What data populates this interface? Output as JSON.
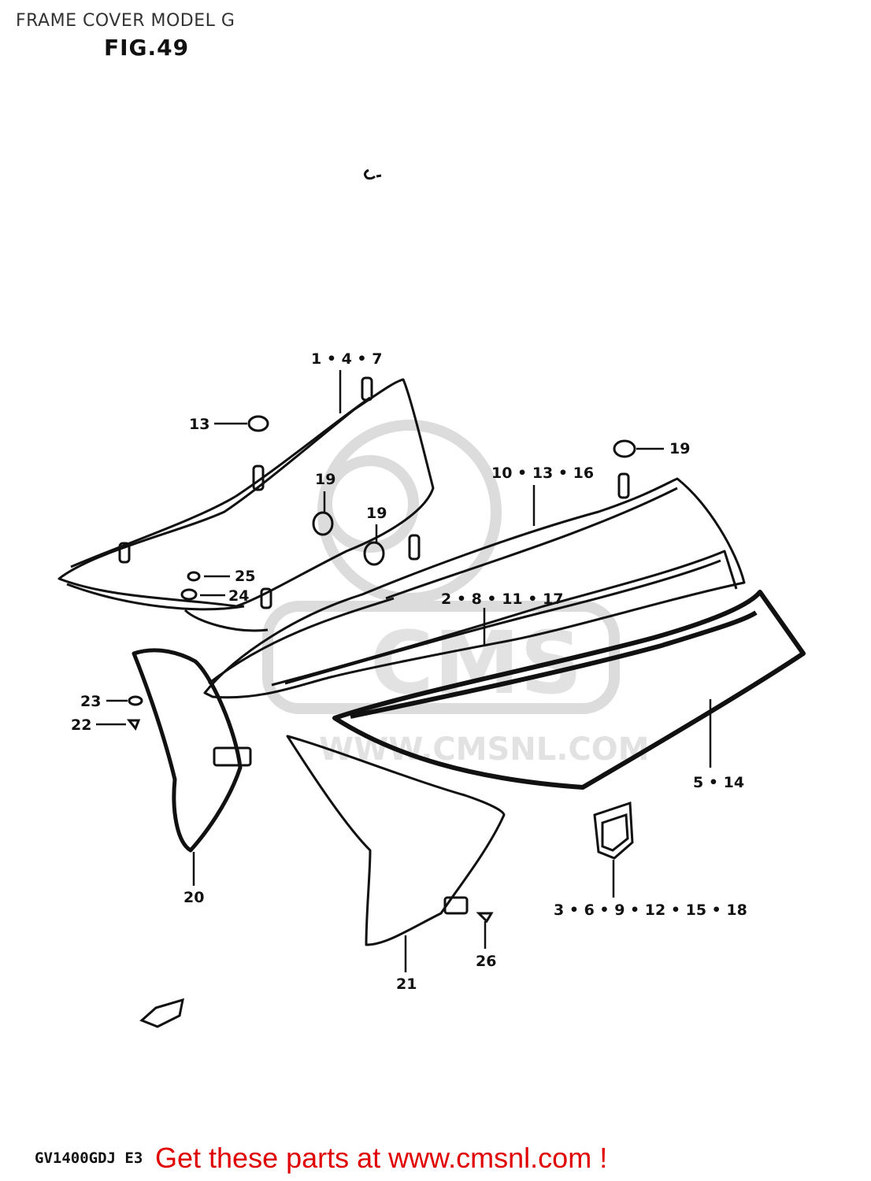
{
  "header": {
    "title": "FRAME COVER MODEL G",
    "figure": "FIG.49"
  },
  "parts": {
    "p1": "1 • 4 • 7",
    "p13": "13",
    "p19a": "19",
    "p19b": "19",
    "p19c": "19",
    "p10": "10 • 13 • 16",
    "p25": "25",
    "p24": "24",
    "p2": "2 • 8 • 11 • 17",
    "p23": "23",
    "p22": "22",
    "p5": "5 • 14",
    "p20": "20",
    "p3": "3 • 6 • 9 • 12 • 15 • 18",
    "p26": "26",
    "p21": "21"
  },
  "watermark": {
    "brand": "CMS",
    "url": "WWW.CMSNL.COM"
  },
  "footer": {
    "model_code": "GV1400GDJ E3",
    "promo": "Get these parts at www.cmsnl.com !"
  },
  "colors": {
    "promo": "#e00000",
    "watermark": "#d9d9d9"
  }
}
